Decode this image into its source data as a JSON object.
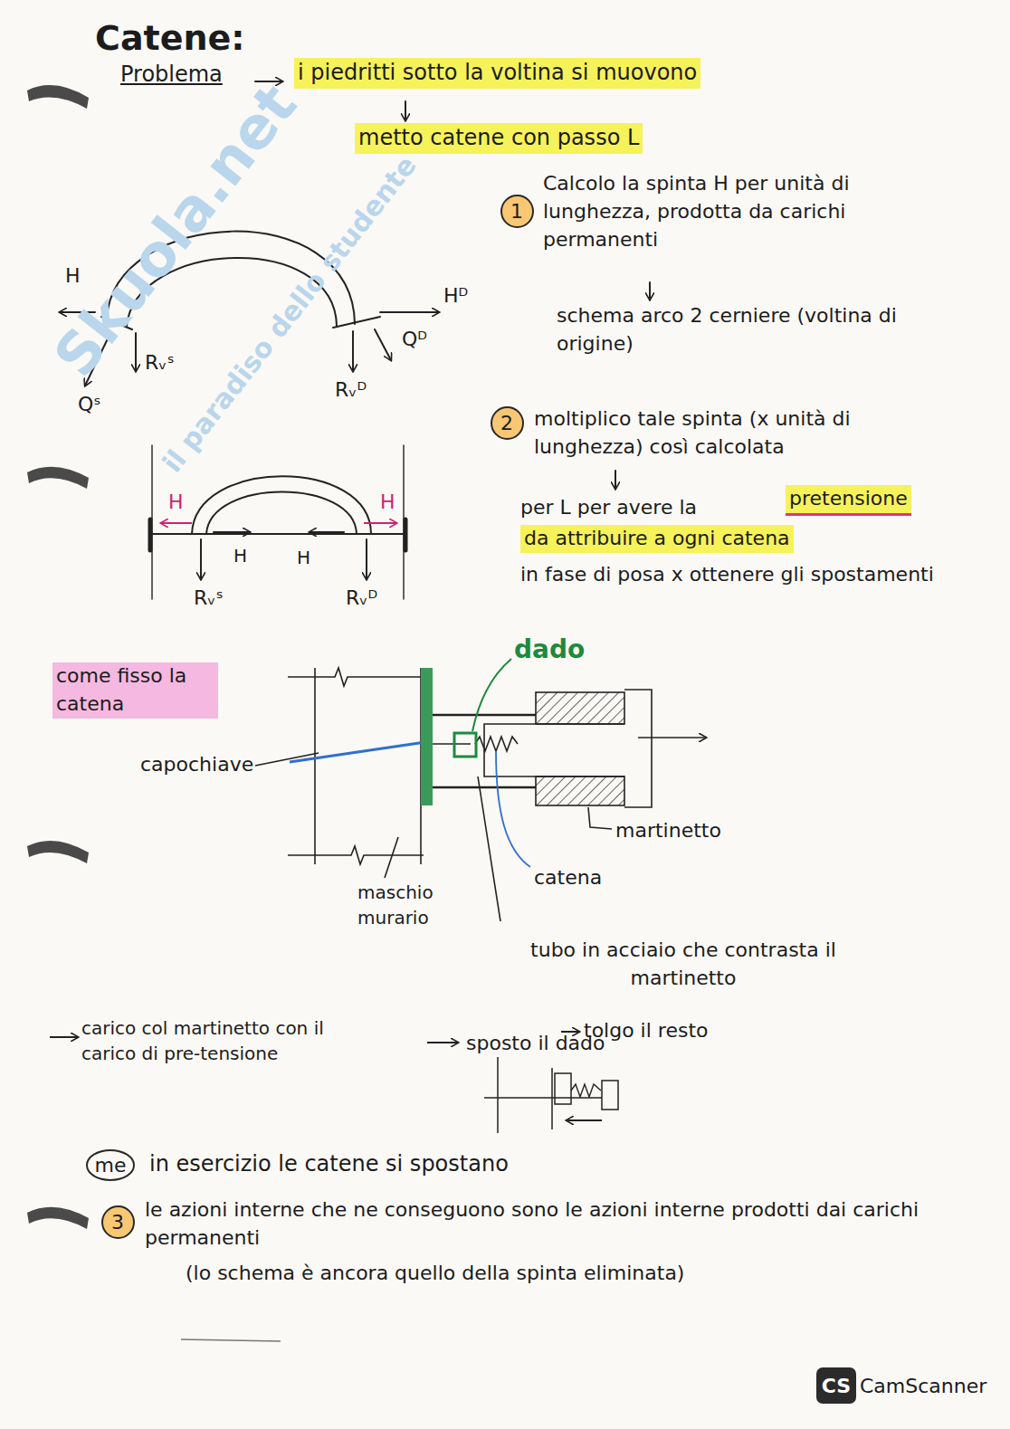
{
  "diagram": {
    "title": "Catene:",
    "nodes": [
      {
        "text": [
          "1"
        ]
      },
      {
        "text": [
          "2"
        ]
      },
      {
        "text": [
          "me"
        ]
      },
      {
        "text": [
          "3"
        ]
      },
      {
        "text": [
          "CS"
        ]
      }
    ],
    "labels": [
      "Problema",
      "i piedritti sotto la voltina si muovono",
      "metto catene con passo L",
      "Calcolo la spinta H per unità di lunghezza, prodotta da carichi permanenti",
      "schema arco 2 cerniere (voltina di origine)",
      "H",
      "Hᴰ",
      "Qˢ",
      "Rᵥˢ",
      "Rᵥᴰ",
      "Qᴰ",
      "moltiplico tale spinta (x unità di lunghezza) così calcolata",
      "per L per avere la",
      "pretensione",
      "da attribuire a ogni catena",
      "in fase di posa x ottenere gli spostamenti",
      "H",
      "H",
      "H",
      "H",
      "Rᵥˢ",
      "Rᵥᴰ",
      "come fisso la catena",
      "dado",
      "capochiave",
      "martinetto",
      "catena",
      "maschio murario",
      "tubo in acciaio che contrasta il martinetto",
      "carico col martinetto con il carico di pre-tensione",
      "sposto il dado",
      "tolgo il resto",
      "in esercizio le catene si spostano",
      "le azioni interne che ne conseguono sono le azioni interne prodotti dai carichi permanenti",
      "(lo schema è ancora quello della spinta eliminata)",
      "Skuola.net",
      "il paradiso dello studente",
      "CamScanner"
    ]
  }
}
